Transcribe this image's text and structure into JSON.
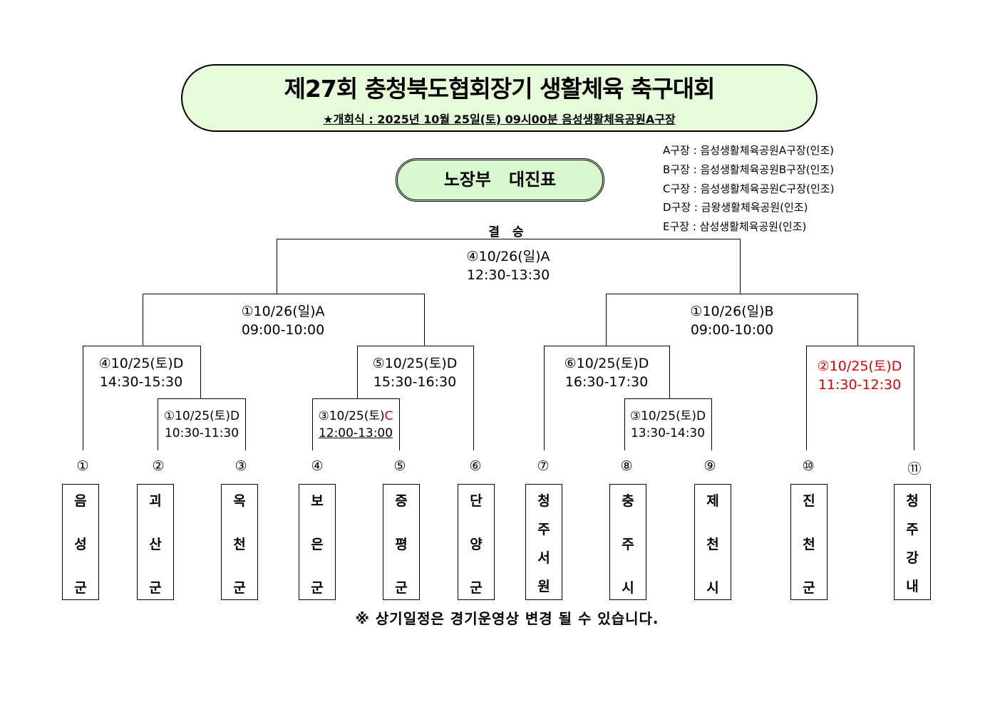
{
  "header": {
    "title": "제27회 충청북도협회장기 생활체육 축구대회",
    "opening": "★개회식 : 2025년 10월 25일(토) 09시00분 음성생활체육공원A구장"
  },
  "division": "노장부   대진표",
  "venues": [
    "A구장 : 음성생활체육공원A구장(인조)",
    "B구장 : 음성생활체육공원B구장(인조)",
    "C구장 : 음성생활체육공원C구장(인조)",
    "D구장 : 금왕생활체육공원(인조)",
    "E구장 : 삼성생활체육공원(인조)"
  ],
  "final_label": "결 승",
  "matches": {
    "final": {
      "date": "④10/26(일)A",
      "time": "12:30-13:30"
    },
    "semi_left": {
      "date": "①10/26(일)A",
      "time": "09:00-10:00"
    },
    "semi_right": {
      "date": "①10/26(일)B",
      "time": "09:00-10:00"
    },
    "qf1": {
      "date": "④10/25(토)D",
      "time": "14:30-15:30"
    },
    "r1_2_3": {
      "date": "①10/25(토)D",
      "time": "10:30-11:30"
    },
    "qf2": {
      "date": "⑤10/25(토)D",
      "time": "15:30-16:30"
    },
    "r1_4_5": {
      "date": "③10/25(토)",
      "venue": "C",
      "time": "12:00-13:00"
    },
    "qf3": {
      "date": "⑥10/25(토)D",
      "time": "16:30-17:30"
    },
    "r1_8_9": {
      "date": "③10/25(토)D",
      "time": "13:30-14:30"
    },
    "qf4": {
      "date": "②10/25(토)D",
      "time": "11:30-12:30"
    }
  },
  "teams": [
    {
      "num": "①",
      "name": [
        "음",
        "성",
        "군"
      ]
    },
    {
      "num": "②",
      "name": [
        "괴",
        "산",
        "군"
      ]
    },
    {
      "num": "③",
      "name": [
        "옥",
        "천",
        "군"
      ]
    },
    {
      "num": "④",
      "name": [
        "보",
        "은",
        "군"
      ]
    },
    {
      "num": "⑤",
      "name": [
        "증",
        "평",
        "군"
      ]
    },
    {
      "num": "⑥",
      "name": [
        "단",
        "양",
        "군"
      ]
    },
    {
      "num": "⑦",
      "name": [
        "청",
        "주",
        "서",
        "원"
      ]
    },
    {
      "num": "⑧",
      "name": [
        "충",
        "주",
        "시"
      ]
    },
    {
      "num": "⑨",
      "name": [
        "제",
        "천",
        "시"
      ]
    },
    {
      "num": "⑩",
      "name": [
        "진",
        "천",
        "군"
      ]
    },
    {
      "num": "⑪",
      "name": [
        "청",
        "주",
        "강",
        "내"
      ]
    }
  ],
  "footer": "※ 상기일정은 경기운영상 변경 될 수 있습니다.",
  "colors": {
    "title_bg": "#e6fbd9",
    "division_bg": "#d9f8d0",
    "highlight": "#e00000"
  }
}
